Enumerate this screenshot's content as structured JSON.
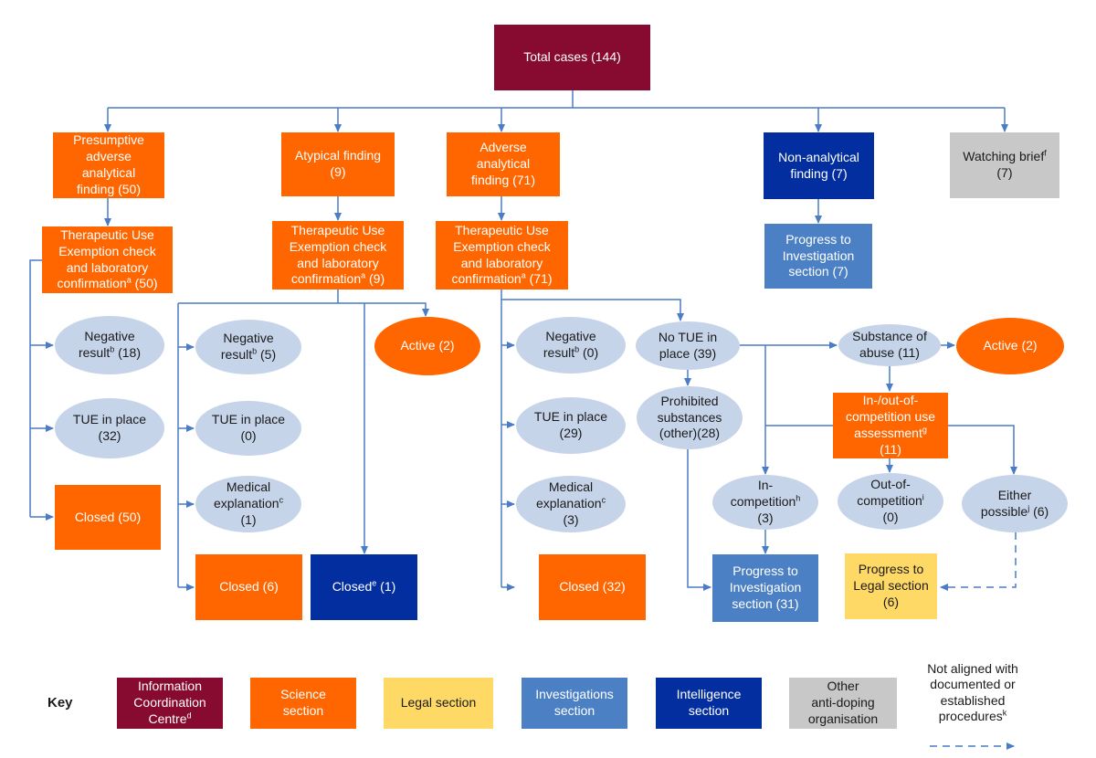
{
  "nodes": {
    "total": {
      "text": "Total cases (144)",
      "sup": "",
      "after": ""
    },
    "pre_aaf": {
      "text": "Presumptive\nadverse\nanalytical\nfinding (50)",
      "sup": "",
      "after": ""
    },
    "atypical": {
      "text": "Atypical finding\n(9)",
      "sup": "",
      "after": ""
    },
    "aaf": {
      "text": "Adverse\nanalytical\nfinding (71)",
      "sup": "",
      "after": ""
    },
    "non_analytical": {
      "text": "Non-analytical\nfinding (7)",
      "sup": "",
      "after": ""
    },
    "watching_brief": {
      "text": "Watching brief",
      "sup": "f",
      "after": "\n(7)"
    },
    "progress_inv_7": {
      "text": "Progress to\nInvestigation\nsection (7)",
      "sup": "",
      "after": ""
    },
    "tue_check_1": {
      "text": "Therapeutic Use\nExemption check\nand laboratory\nconfirmation",
      "sup": "a",
      "after": " (50)"
    },
    "tue_check_2": {
      "text": "Therapeutic Use\nExemption check\nand laboratory\nconfirmation",
      "sup": "a",
      "after": " (9)"
    },
    "tue_check_3": {
      "text": "Therapeutic Use\nExemption check\nand laboratory\nconfirmation",
      "sup": "a",
      "after": " (71)"
    },
    "neg_1": {
      "text": "Negative\nresult",
      "sup": "b",
      "after": " (18)"
    },
    "tue_place_1": {
      "text": "TUE in place\n(32)",
      "sup": "",
      "after": ""
    },
    "closed_1": {
      "text": "Closed (50)",
      "sup": "",
      "after": ""
    },
    "neg_2": {
      "text": "Negative\nresult",
      "sup": "b",
      "after": " (5)"
    },
    "tue_place_2": {
      "text": "TUE in place\n(0)",
      "sup": "",
      "after": ""
    },
    "med_2": {
      "text": "Medical\nexplanation",
      "sup": "c",
      "after": "\n(1)"
    },
    "closed_2": {
      "text": "Closed (6)",
      "sup": "",
      "after": ""
    },
    "closed_e": {
      "text": "Closed",
      "sup": "e",
      "after": " (1)"
    },
    "active_1": {
      "text": "Active (2)",
      "sup": "",
      "after": ""
    },
    "neg_3": {
      "text": "Negative\nresult",
      "sup": "b",
      "after": " (0)"
    },
    "tue_place_3": {
      "text": "TUE in place\n(29)",
      "sup": "",
      "after": ""
    },
    "med_3": {
      "text": "Medical\nexplanation",
      "sup": "c",
      "after": "\n(3)"
    },
    "closed_3": {
      "text": "Closed (32)",
      "sup": "",
      "after": ""
    },
    "no_tue": {
      "text": "No TUE in\nplace (39)",
      "sup": "",
      "after": ""
    },
    "prohibited": {
      "text": "Prohibited\nsubstances\n(other)(28)",
      "sup": "",
      "after": ""
    },
    "substance_abuse": {
      "text": "Substance of\nabuse (11)",
      "sup": "",
      "after": ""
    },
    "active_2": {
      "text": "Active (2)",
      "sup": "",
      "after": ""
    },
    "in_out_assess": {
      "text": "In-/out-of-\ncompetition use\nassessment",
      "sup": "g",
      "after": "\n(11)"
    },
    "in_comp": {
      "text": "In-\ncompetition",
      "sup": "h",
      "after": "\n(3)"
    },
    "out_comp": {
      "text": "Out-of-\ncompetition",
      "sup": "i",
      "after": "\n(0)"
    },
    "either": {
      "text": "Either\npossible",
      "sup": "j",
      "after": " (6)"
    },
    "progress_inv_31": {
      "text": "Progress to\nInvestigation\nsection (31)",
      "sup": "",
      "after": ""
    },
    "progress_legal": {
      "text": "Progress to\nLegal section\n(6)",
      "sup": "",
      "after": ""
    }
  },
  "key": {
    "label": "Key",
    "items": {
      "icc": {
        "text": "Information\nCoordination\nCentre",
        "sup": "d",
        "after": ""
      },
      "science": {
        "text": "Science\nsection",
        "sup": "",
        "after": ""
      },
      "legal": {
        "text": "Legal section",
        "sup": "",
        "after": ""
      },
      "investigations": {
        "text": "Investigations\nsection",
        "sup": "",
        "after": ""
      },
      "intelligence": {
        "text": "Intelligence\nsection",
        "sup": "",
        "after": ""
      },
      "other": {
        "text": "Other\nanti-doping\norganisation",
        "sup": "",
        "after": ""
      }
    },
    "dashed_label": {
      "text": "Not aligned with\ndocumented or\nestablished\nprocedures",
      "sup": "k",
      "after": ""
    }
  },
  "colors": {
    "icc": "#870a31",
    "science": "#ff6600",
    "legal": "#ffd966",
    "investigations": "#4c80c4",
    "intelligence": "#022ea0",
    "other": "#c8c8c8",
    "outcome_ellipse": "#c6d4ea",
    "connector": "#4a7cc7"
  }
}
